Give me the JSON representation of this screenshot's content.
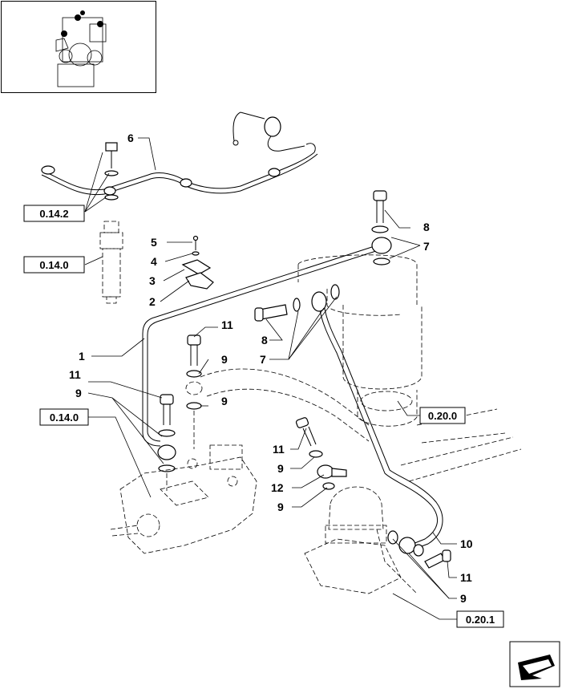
{
  "callouts": {
    "c1": "1",
    "c2": "2",
    "c3": "3",
    "c4": "4",
    "c5": "5",
    "c6": "6",
    "c7a": "7",
    "c7b": "7",
    "c8a": "8",
    "c8b": "8",
    "c9a": "9",
    "c9b": "9",
    "c9c": "9",
    "c9d": "9",
    "c9e": "9",
    "c9f": "9",
    "c10": "10",
    "c11a": "11",
    "c11b": "11",
    "c11c": "11",
    "c11d": "11",
    "c12": "12"
  },
  "references": {
    "r1": "0.14.2",
    "r2": "0.14.0",
    "r3": "0.14.0",
    "r4": "0.20.0",
    "r5": "0.20.1"
  },
  "icons": {
    "thumbnail": "engine-thumbnail-icon",
    "nav": "next-page-arrow-icon"
  }
}
